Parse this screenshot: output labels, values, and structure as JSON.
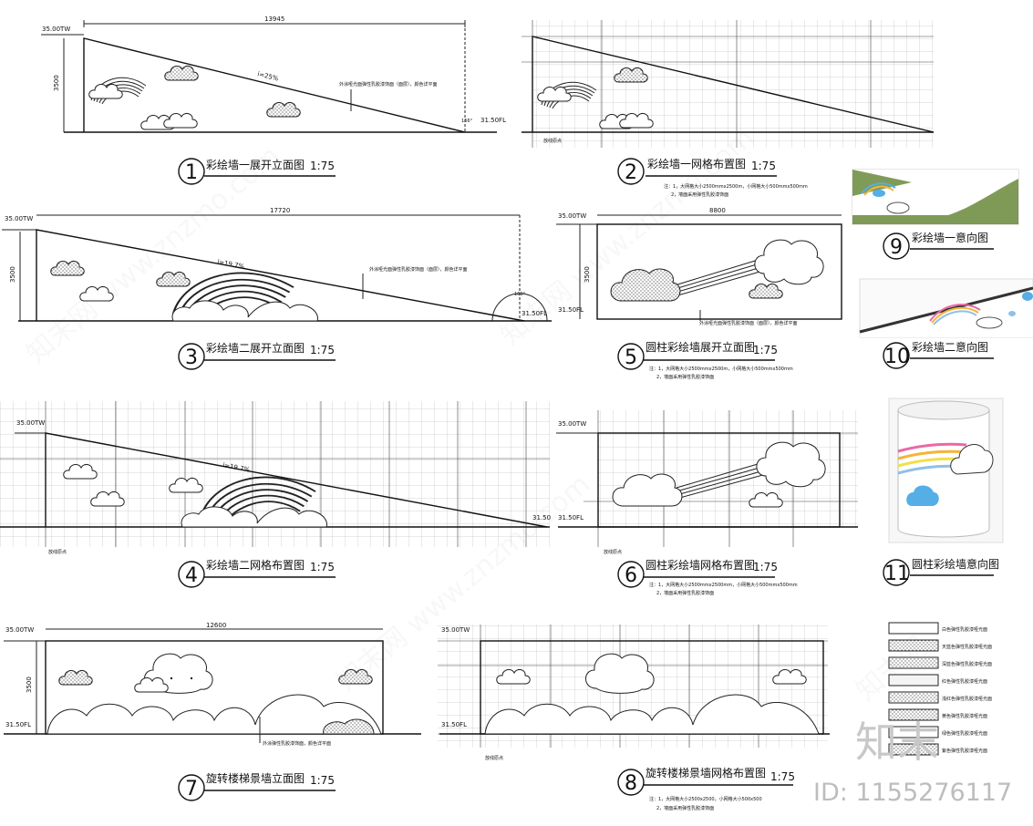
{
  "drawings": [
    {
      "num": "1",
      "title": "彩绘墙一展开立面图",
      "scale": "1:75",
      "level_top": "35.00TW",
      "level_bottom": "31.50FL",
      "height": "3500",
      "width": "13945",
      "slope": "i=25%",
      "angle": "166°",
      "note": "外涂哑光面弹性乳胶漆饰面（面层），颜色详平面"
    },
    {
      "num": "2",
      "title": "彩绘墙一网格布置图",
      "scale": "1:75",
      "origin": "放线原点",
      "notes": [
        "注：1，大网格大小2500mmx2500m，小网格大小500mmx500mm",
        "2，墙面采用弹性乳胶漆饰面"
      ]
    },
    {
      "num": "3",
      "title": "彩绘墙二展开立面图",
      "scale": "1:75",
      "level_top": "35.00TW",
      "level_bottom": "31.50FL",
      "height": "3500",
      "width": "17720",
      "slope": "i=19.7%",
      "angle": "169°",
      "note": "外涂哑光面弹性乳胶漆饰面（面层），颜色详平面"
    },
    {
      "num": "4",
      "title": "彩绘墙二网格布置图",
      "scale": "1:75",
      "level_top": "35.00TW",
      "level_bottom": "31.50",
      "slope": "i=19.7%",
      "origin": "放线原点"
    },
    {
      "num": "5",
      "title": "圆柱彩绘墙展开立面图",
      "scale": "1:75",
      "level_top": "35.00TW",
      "level_bottom": "31.50FL",
      "height": "3500",
      "width": "8800",
      "note": "外涂哑光面弹性乳胶漆饰面（面层），颜色详平面",
      "notes": [
        "注：1，大网格大小2500mmx2500m，小网格大小500mmx500mm",
        "2，墙面采用弹性乳胶漆饰面"
      ]
    },
    {
      "num": "6",
      "title": "圆柱彩绘墙网格布置图",
      "scale": "1:75",
      "level_top": "35.00TW",
      "level_bottom": "31.50FL",
      "origin": "放线原点",
      "notes": [
        "注：1，大网格大小2500mmx2500mm，小网格大小500mmx500mm",
        "2，墙面采用弹性乳胶漆饰面"
      ]
    },
    {
      "num": "7",
      "title": "旋转楼梯景墙立面图",
      "scale": "1:75",
      "level_top": "35.00TW",
      "level_bottom": "31.50FL",
      "height": "3500",
      "width": "12600",
      "note": "外涂弹性乳胶漆饰面，颜色详平面"
    },
    {
      "num": "8",
      "title": "旋转楼梯景墙网格布置图",
      "scale": "1:75",
      "level_top": "35.00TW",
      "level_bottom": "31.50FL",
      "origin": "放线原点",
      "notes": [
        "注：1，大网格大小2500x2500，小网格大小500x500",
        "2，墙面采用弹性乳胶漆饰面"
      ]
    },
    {
      "num": "9",
      "title": "彩绘墙一意向图"
    },
    {
      "num": "10",
      "title": "彩绘墙二意向图"
    },
    {
      "num": "11",
      "title": "圆柱彩绘墙意向图"
    }
  ],
  "legend": [
    "白色弹性乳胶漆哑光面",
    "天蓝色弹性乳胶漆哑光面",
    "深蓝色弹性乳胶漆哑光面",
    "红色弹性乳胶漆哑光面",
    "浅红色弹性乳胶漆哑光面",
    "黄色弹性乳胶漆哑光面",
    "绿色弹性乳胶漆哑光面",
    "紫色弹性乳胶漆哑光面"
  ],
  "watermark": {
    "logo": "知末",
    "id": "ID: 1155276117"
  },
  "colors": {
    "line": "#222222",
    "rainbow": [
      "#e86aa6",
      "#f5b43a",
      "#f2e04a",
      "#8fc0e8"
    ],
    "cloud_blue": "#55aee6",
    "lawn": "#6a8a3a"
  }
}
